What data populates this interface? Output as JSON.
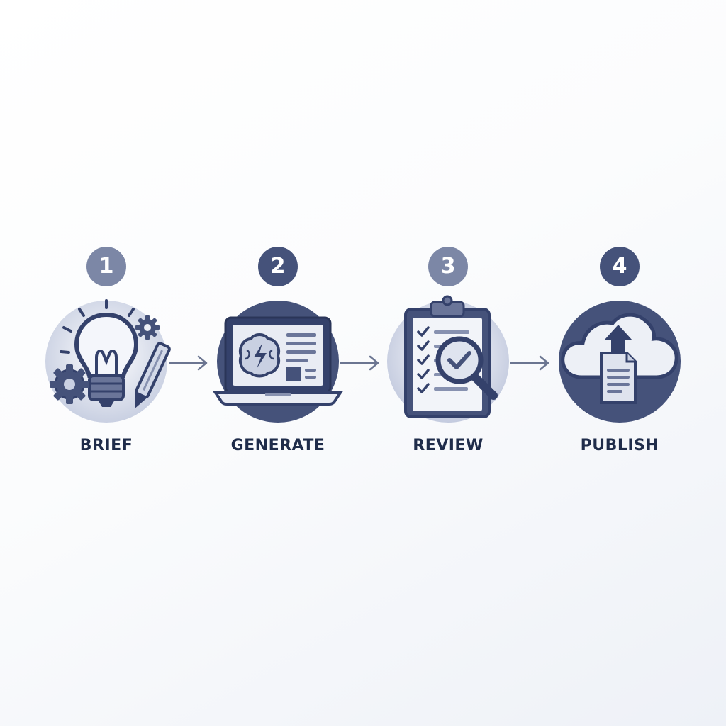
{
  "colors": {
    "number_badge_1": "#7c87a6",
    "number_badge_2": "#45527a",
    "number_badge_3": "#7c87a6",
    "number_badge_4": "#45527a",
    "navy": "#34416b",
    "light_circle": "#dde2ee",
    "label_text": "#1f2c4a",
    "arrow": "#6b7591"
  },
  "steps": [
    {
      "number": "1",
      "label": "BRIEF",
      "icon": "lightbulb-gears-pen-icon"
    },
    {
      "number": "2",
      "label": "GENERATE",
      "icon": "laptop-brain-icon"
    },
    {
      "number": "3",
      "label": "REVIEW",
      "icon": "clipboard-checklist-magnifier-icon"
    },
    {
      "number": "4",
      "label": "PUBLISH",
      "icon": "cloud-upload-document-icon"
    }
  ]
}
